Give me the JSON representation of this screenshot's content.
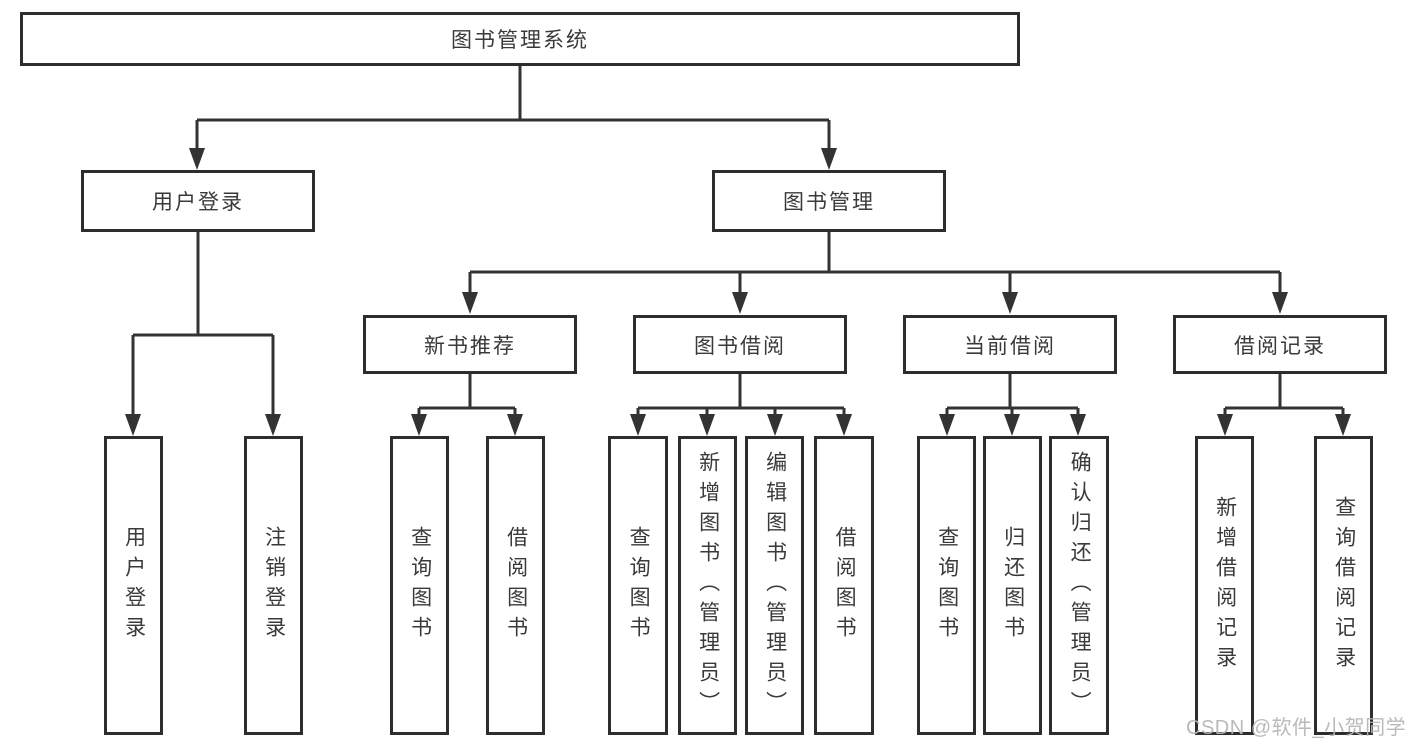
{
  "colors": {
    "background": "#ffffff",
    "line": "#333333",
    "box_border": "#2d2d2d",
    "text": "#3a3a3a",
    "watermark": "#b6b6b6"
  },
  "watermark": {
    "text": "CSDN @软件_小贺同学"
  },
  "tree": {
    "root": {
      "label": "图书管理系统"
    },
    "branches": [
      {
        "label": "用户登录",
        "children": [
          {
            "label": "用户登录"
          },
          {
            "label": "注销登录"
          }
        ]
      },
      {
        "label": "图书管理",
        "children": [
          {
            "label": "新书推荐",
            "children": [
              {
                "label": "查询图书"
              },
              {
                "label": "借阅图书"
              }
            ]
          },
          {
            "label": "图书借阅",
            "children": [
              {
                "label": "查询图书"
              },
              {
                "label": "新增图书（管理员）"
              },
              {
                "label": "编辑图书（管理员）"
              },
              {
                "label": "借阅图书"
              }
            ]
          },
          {
            "label": "当前借阅",
            "children": [
              {
                "label": "查询图书"
              },
              {
                "label": "归还图书"
              },
              {
                "label": "确认归还（管理员）"
              }
            ]
          },
          {
            "label": "借阅记录",
            "children": [
              {
                "label": "新增借阅记录"
              },
              {
                "label": "查询借阅记录"
              }
            ]
          }
        ]
      }
    ]
  }
}
